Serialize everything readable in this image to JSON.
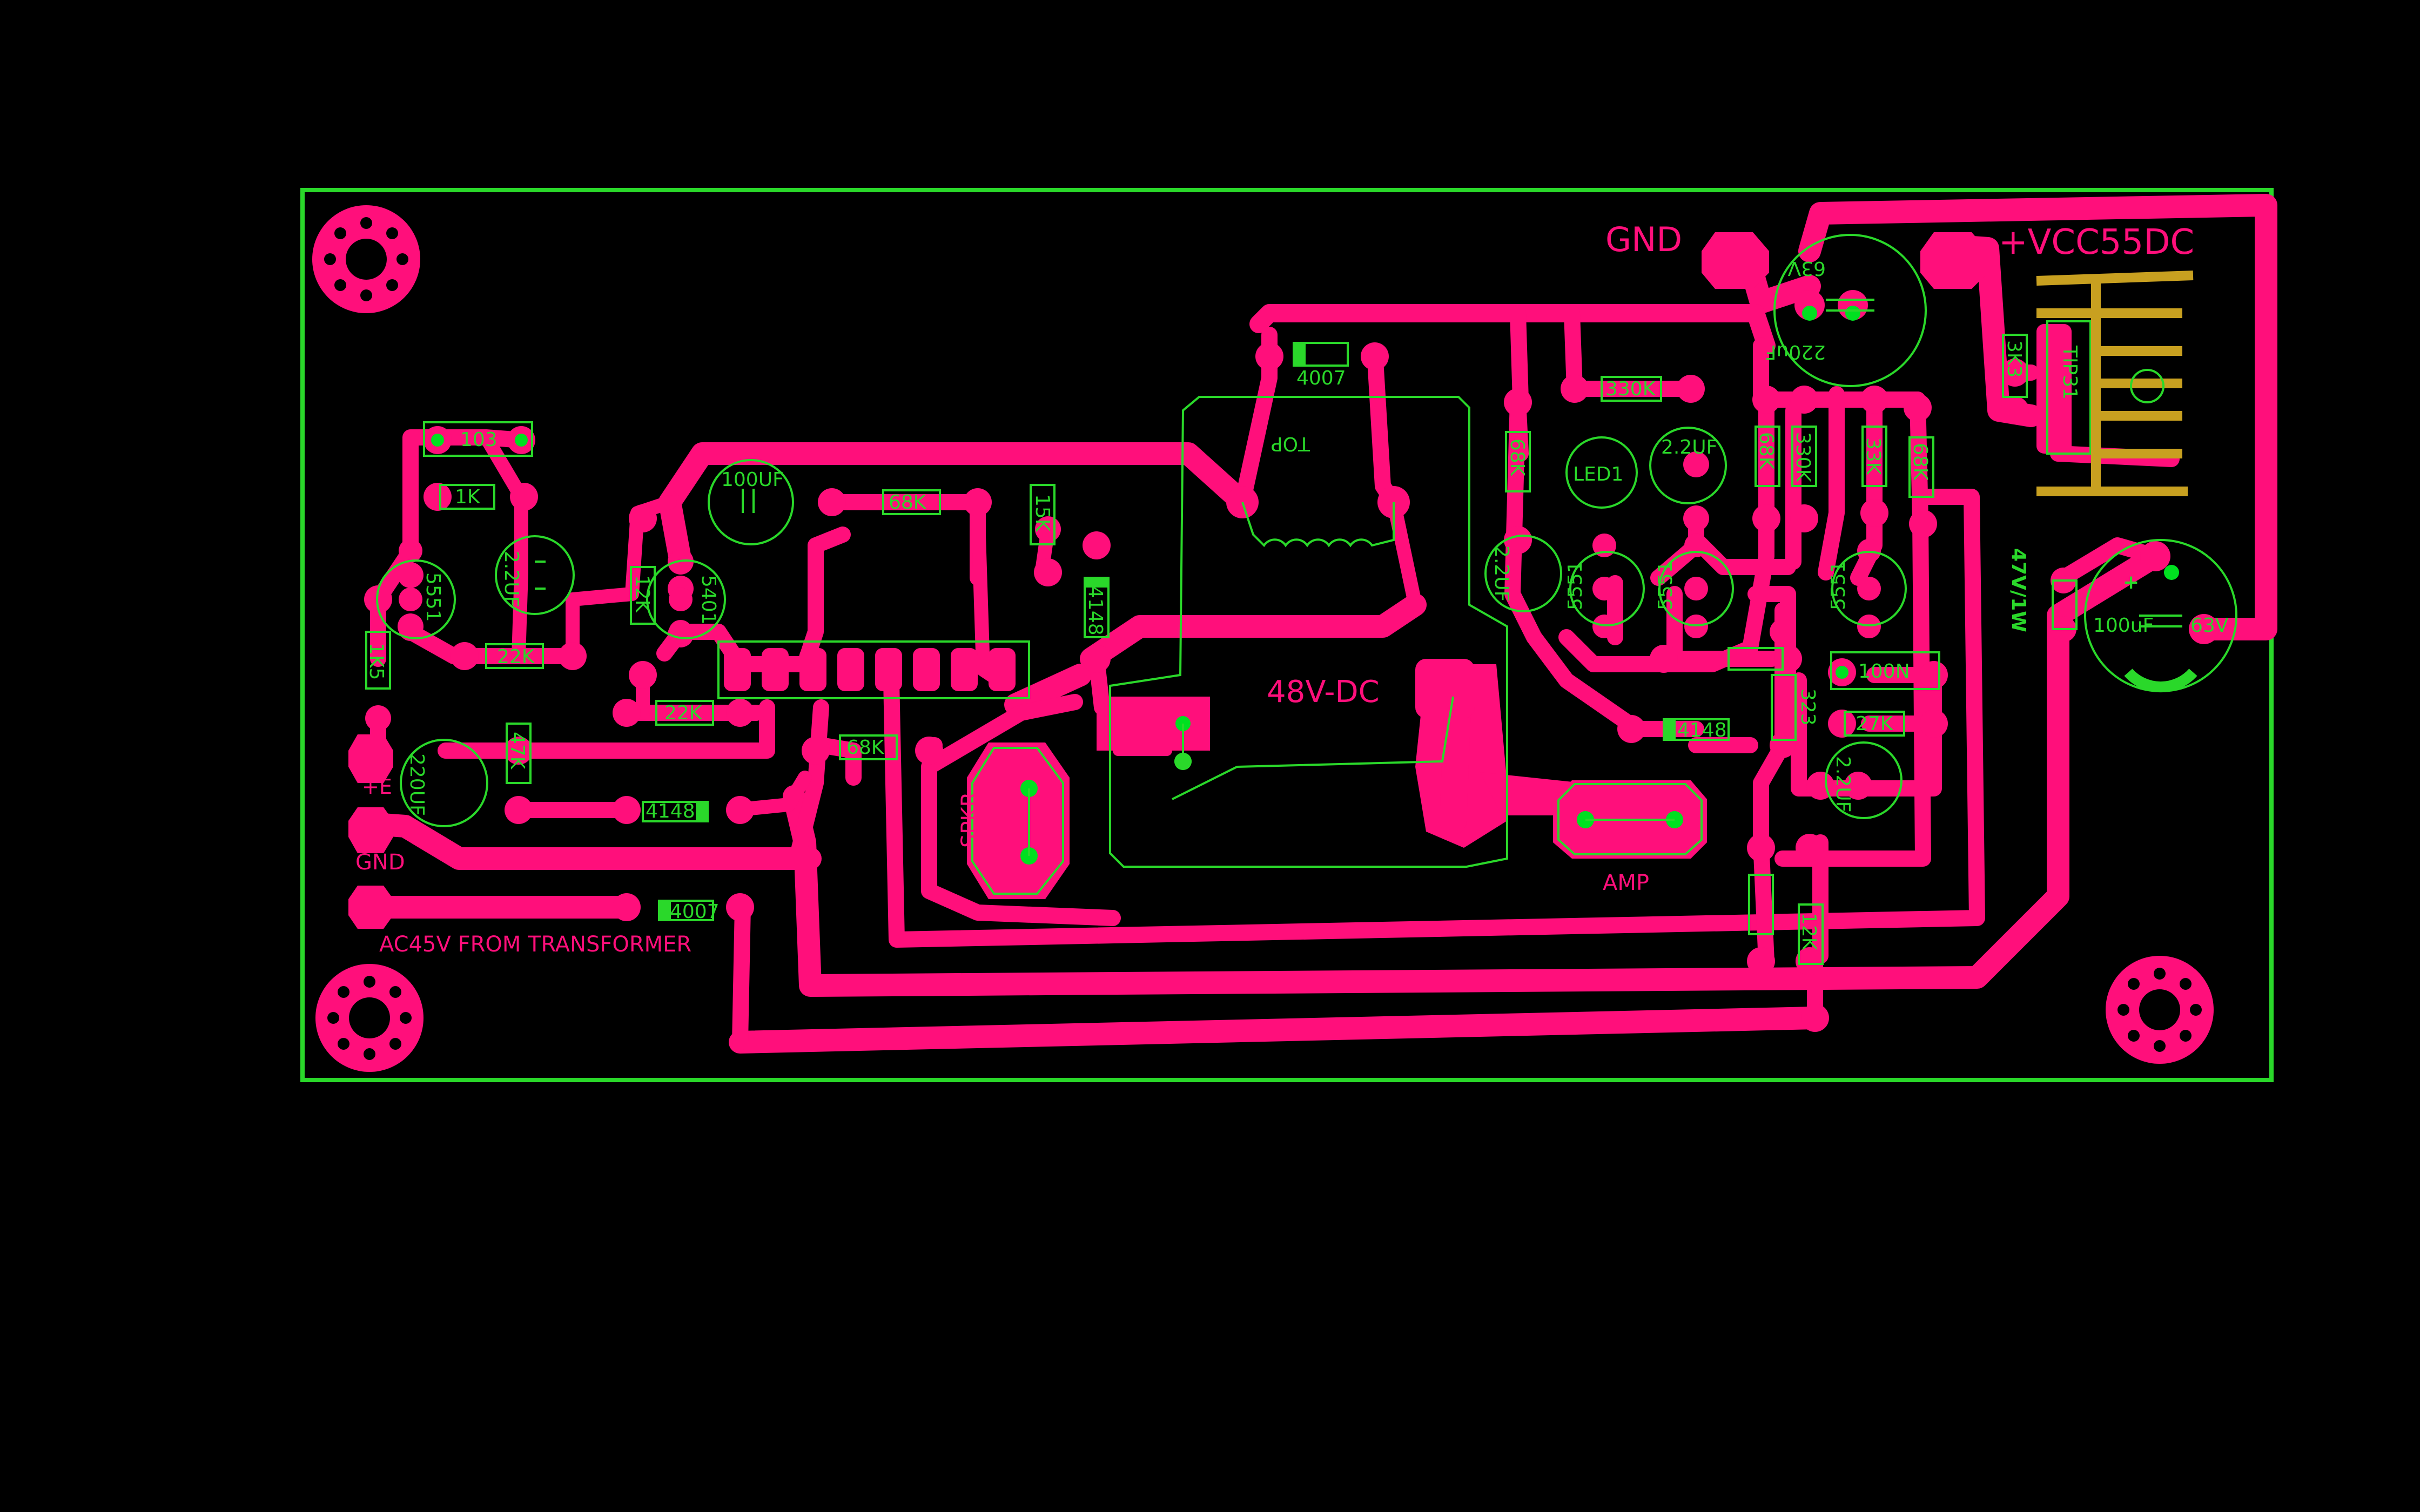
{
  "colors": {
    "background": "#000000",
    "copper": "#ff0f7b",
    "silkscreen": "#2ad82a"
  },
  "copper_labels": {
    "gnd_top": "GND",
    "vcc": "+VCC55DC",
    "dc48": "48V-DC",
    "spkr": "SPKR",
    "amp": "AMP",
    "plus_e": "+E",
    "gnd_left": "GND",
    "ac45": "AC45V FROM TRANSFORMER"
  },
  "silk_labels": {
    "zener": "47V/1W",
    "top": "TOP"
  },
  "components": [
    {
      "id": "c103",
      "label": "103"
    },
    {
      "id": "r1k",
      "label": "1K"
    },
    {
      "id": "q5551a",
      "label": "5551"
    },
    {
      "id": "c2u2a",
      "label": "2.2UF"
    },
    {
      "id": "r1k5",
      "label": "1K5"
    },
    {
      "id": "r22ka",
      "label": "22K"
    },
    {
      "id": "r12ka",
      "label": "12K"
    },
    {
      "id": "q5401",
      "label": "5401"
    },
    {
      "id": "c100ua",
      "label": "100UF"
    },
    {
      "id": "r68ka",
      "label": "68K"
    },
    {
      "id": "r15k",
      "label": "15K"
    },
    {
      "id": "d4148a",
      "label": "4148"
    },
    {
      "id": "r22kb",
      "label": "22K"
    },
    {
      "id": "r68kb",
      "label": "68K"
    },
    {
      "id": "r47k",
      "label": "47K"
    },
    {
      "id": "c220ua",
      "label": "220UF"
    },
    {
      "id": "d4148b",
      "label": "4148"
    },
    {
      "id": "d4007a",
      "label": "4007"
    },
    {
      "id": "d4007b",
      "label": "4007"
    },
    {
      "id": "c220ub",
      "label": "220uF"
    },
    {
      "id": "c220ub_v",
      "label": "63V"
    },
    {
      "id": "r3k3",
      "label": "3K3"
    },
    {
      "id": "q31",
      "label": "TIP31"
    },
    {
      "id": "r330ka",
      "label": "330K"
    },
    {
      "id": "r68kc",
      "label": "68K"
    },
    {
      "id": "led1",
      "label": "LED1"
    },
    {
      "id": "c2u2b",
      "label": "2.2UF"
    },
    {
      "id": "r68kd",
      "label": "68K"
    },
    {
      "id": "r330kb",
      "label": "330K"
    },
    {
      "id": "r33k",
      "label": "33K"
    },
    {
      "id": "r68ke",
      "label": "68K"
    },
    {
      "id": "c2u2c",
      "label": "2.2UF"
    },
    {
      "id": "q5551b",
      "label": "5551"
    },
    {
      "id": "q5551c",
      "label": "5551"
    },
    {
      "id": "q5551d",
      "label": "5551"
    },
    {
      "id": "c100n",
      "label": "100N"
    },
    {
      "id": "d4148c",
      "label": "4148"
    },
    {
      "id": "r27k",
      "label": "27K"
    },
    {
      "id": "c2u2d",
      "label": "2.2UF"
    },
    {
      "id": "r323",
      "label": "323"
    },
    {
      "id": "r12kb",
      "label": "12K"
    },
    {
      "id": "c100uc",
      "label": "100uF"
    },
    {
      "id": "c100uc_v",
      "label": "63V"
    }
  ]
}
